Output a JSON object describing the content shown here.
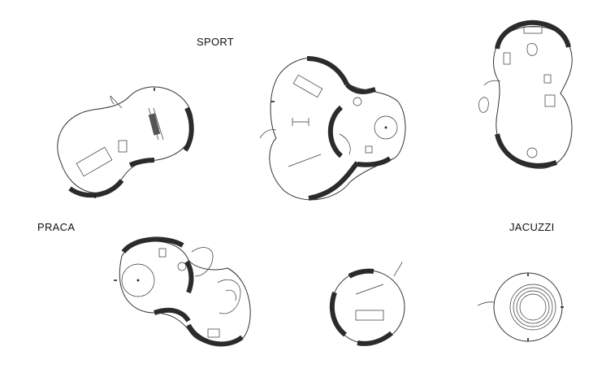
{
  "labels": {
    "sport": "SPORT",
    "praca": "PRACA",
    "jacuzzi": "JACUZZI"
  },
  "colors": {
    "wall": "#2b2b2b",
    "line": "#333333",
    "background": "#ffffff"
  }
}
